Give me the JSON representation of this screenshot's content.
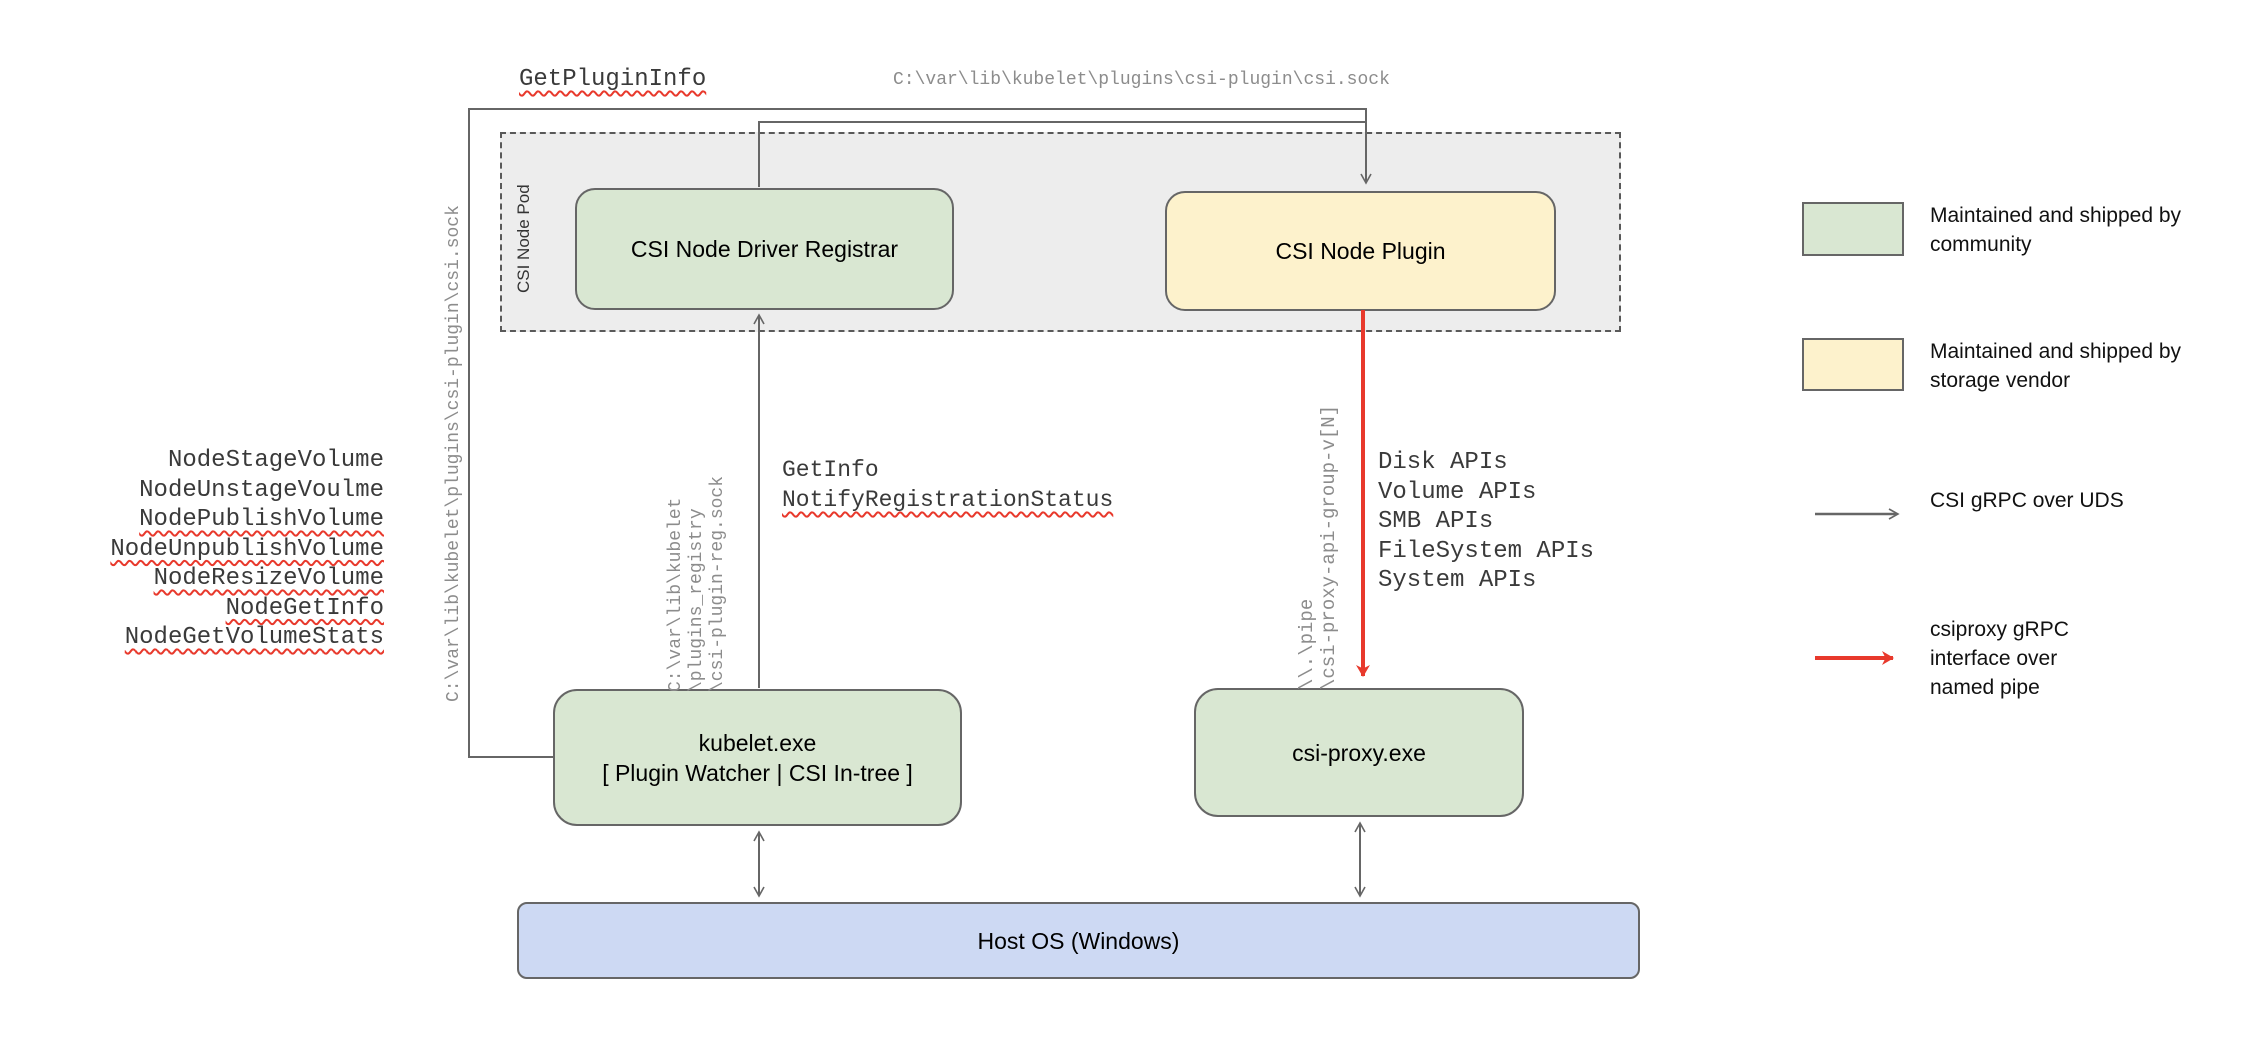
{
  "pod": {
    "label": "CSI Node Pod"
  },
  "nodes": {
    "registrar": {
      "label": "CSI Node Driver Registrar"
    },
    "plugin": {
      "label": "CSI Node Plugin"
    },
    "kubelet": {
      "line1": "kubelet.exe",
      "line2": "[ Plugin Watcher | CSI In-tree ]"
    },
    "csi_proxy": {
      "label": "csi-proxy.exe"
    },
    "host_os": {
      "label": "Host OS (Windows)"
    }
  },
  "edge_labels": {
    "get_plugin_info": "GetPluginInfo",
    "csi_sock_top": "C:\\var\\lib\\kubelet\\plugins\\csi-plugin\\csi.sock",
    "csi_sock_left": "C:\\var\\lib\\kubelet\\plugins\\csi-plugin\\csi.sock",
    "get_info": "GetInfo",
    "notify_registration_status": "NotifyRegistrationStatus",
    "registry_sock": {
      "line1": "C:\\var\\lib\\kubelet",
      "line2": "\\plugins_registry",
      "line3": "\\csi-plugin-reg.sock"
    },
    "named_pipe": {
      "line1": "\\\\.\\pipe",
      "line2": "\\csi-proxy-api-group-v[N]"
    }
  },
  "node_methods": [
    "NodeStageVolume",
    "NodeUnstageVoulme",
    "NodePublishVolume",
    "NodeUnpublishVolume",
    "NodeResizeVolume",
    "NodeGetInfo",
    "NodeGetVolumeStats"
  ],
  "proxy_apis": [
    "Disk APIs",
    "Volume APIs",
    "SMB APIs",
    "FileSystem APIs",
    "System APIs"
  ],
  "legend": {
    "community": "Maintained and shipped by community",
    "vendor": "Maintained and shipped by storage vendor",
    "uds": "CSI gRPC over UDS",
    "pipe": "csiproxy gRPC interface over named pipe"
  },
  "colors": {
    "community_green": "#d9e7d2",
    "vendor_yellow": "#fdf2cc",
    "host_blue": "#cdd9f3",
    "pod_gray": "#ededed",
    "line_gray": "#666666",
    "pipe_red": "#e8392c"
  }
}
